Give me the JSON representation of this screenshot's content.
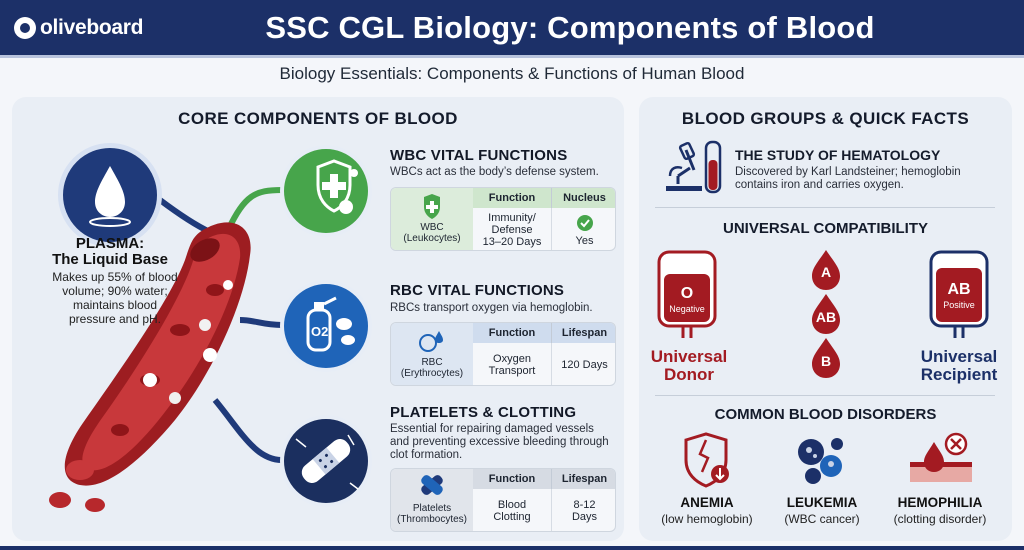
{
  "header": {
    "logo_text": "oliveboard",
    "title": "SSC CGL Biology: Components of Blood"
  },
  "subtitle": "Biology Essentials: Components & Functions of Human Blood",
  "left_panel": {
    "title": "CORE COMPONENTS OF BLOOD",
    "plasma": {
      "icon": "water-drop-icon",
      "title_line1": "PLASMA:",
      "title_line2": "The Liquid Base",
      "desc_lines": [
        "Makes up 55% of blood",
        "volume; 90% water;",
        "maintains blood",
        "pressure and pH."
      ]
    },
    "wbc": {
      "icon": "shield-cross-icon",
      "title": "WBC VITAL FUNCTIONS",
      "desc": "WBCs act as the body’s defense system.",
      "cell_label_1": "WBC",
      "cell_label_2": "(Leukocytes)",
      "col1_header": "Function",
      "col2_header": "Nucleus",
      "col1_lines": [
        "Immunity/",
        "Defense",
        "13–20 Days"
      ],
      "col2_value": "Yes"
    },
    "rbc": {
      "icon": "oxygen-tank-icon",
      "title": "RBC VITAL FUNCTIONS",
      "desc": "RBCs transport oxygen via hemoglobin.",
      "o2_label": "O2",
      "cell_label_1": "RBC",
      "cell_label_2": "(Erythrocytes)",
      "col1_header": "Function",
      "col2_header": "Lifespan",
      "col1_lines": [
        "Oxygen",
        "Transport"
      ],
      "col2_value": "120 Days"
    },
    "platelets": {
      "icon": "bandage-icon",
      "title": "PLATELETS & CLOTTING",
      "desc_lines": [
        "Essential for repairing damaged vessels",
        "and preventing excessive bleeding through",
        "clot formation."
      ],
      "cell_label_1": "Platelets",
      "cell_label_2": "(Thrombocytes)",
      "col1_header": "Function",
      "col2_header": "Lifespan",
      "col1_lines": [
        "Blood",
        "Clotting"
      ],
      "col2_lines": [
        "8-12",
        "Days"
      ]
    }
  },
  "right_panel": {
    "title": "BLOOD GROUPS & QUICK FACTS",
    "hematology": {
      "title": "THE STUDY OF HEMATOLOGY",
      "desc_lines": [
        "Discovered by Karl Landsteiner; hemoglobin",
        "contains iron and carries oxygen."
      ]
    },
    "compat": {
      "title": "UNIVERSAL COMPATIBILITY",
      "donor_group": "O",
      "donor_rh": "Negative",
      "donor_label_1": "Universal",
      "donor_label_2": "Donor",
      "recipient_group": "AB",
      "recipient_rh": "Positive",
      "recipient_label_1": "Universal",
      "recipient_label_2": "Recipient",
      "drops": [
        "A",
        "AB",
        "B"
      ]
    },
    "disorders": {
      "title": "COMMON BLOOD DISORDERS",
      "items": [
        {
          "name": "ANEMIA",
          "desc": "(low hemoglobin)",
          "icon": "broken-shield-icon"
        },
        {
          "name": "LEUKEMIA",
          "desc": "(WBC cancer)",
          "icon": "cancer-cells-icon"
        },
        {
          "name": "HEMOPHILIA",
          "desc": "(clotting disorder)",
          "icon": "bleeding-skin-icon"
        }
      ]
    }
  },
  "colors": {
    "header_navy": "#1c3068",
    "blood_red": "#a31b22",
    "wbc_green": "#47a54b",
    "rbc_blue": "#1f64b8"
  }
}
